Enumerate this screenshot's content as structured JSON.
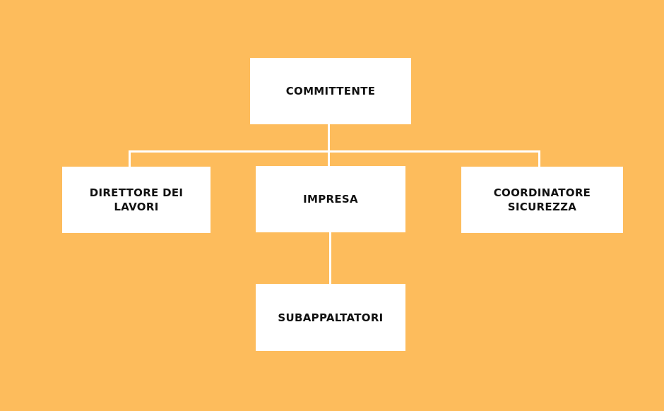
{
  "nodes": {
    "committente": "COMMITTENTE",
    "direttore": "DIRETTORE DEI LAVORI",
    "impresa": "IMPRESA",
    "coordinatore": "COORDINATORE SICUREZZA",
    "subappaltatori": "SUBAPPALTATORI"
  },
  "colors": {
    "background": "#FDBC5C",
    "box": "#FFFFFF",
    "line": "#FFFFFF"
  }
}
